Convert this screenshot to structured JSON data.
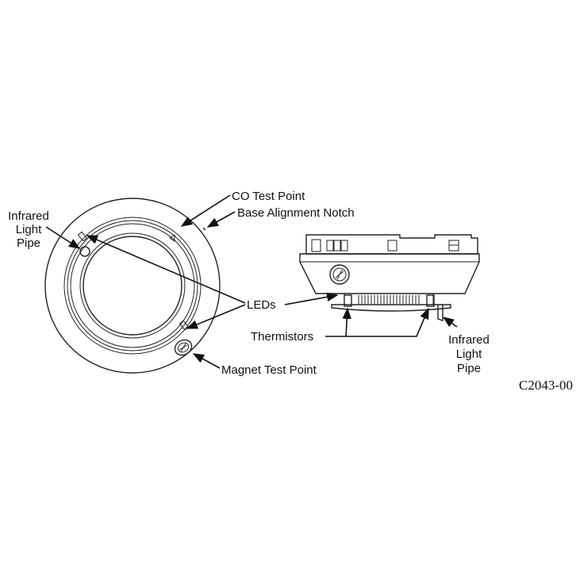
{
  "labels": {
    "co_test_point": "CO Test Point",
    "base_alignment_notch": "Base Alignment Notch",
    "infrared_light_pipe_left": [
      "Infrared",
      "Light",
      "Pipe"
    ],
    "leds": "LEDs",
    "magnet_test_point": "Magnet Test Point",
    "thermistors": "Thermistors",
    "infrared_light_pipe_right": [
      "Infrared",
      "Light",
      "Pipe"
    ],
    "figure_code": "C2043-00"
  },
  "colors": {
    "line": "#111111",
    "fill_shadow": "#dddddd",
    "background": "#ffffff"
  }
}
